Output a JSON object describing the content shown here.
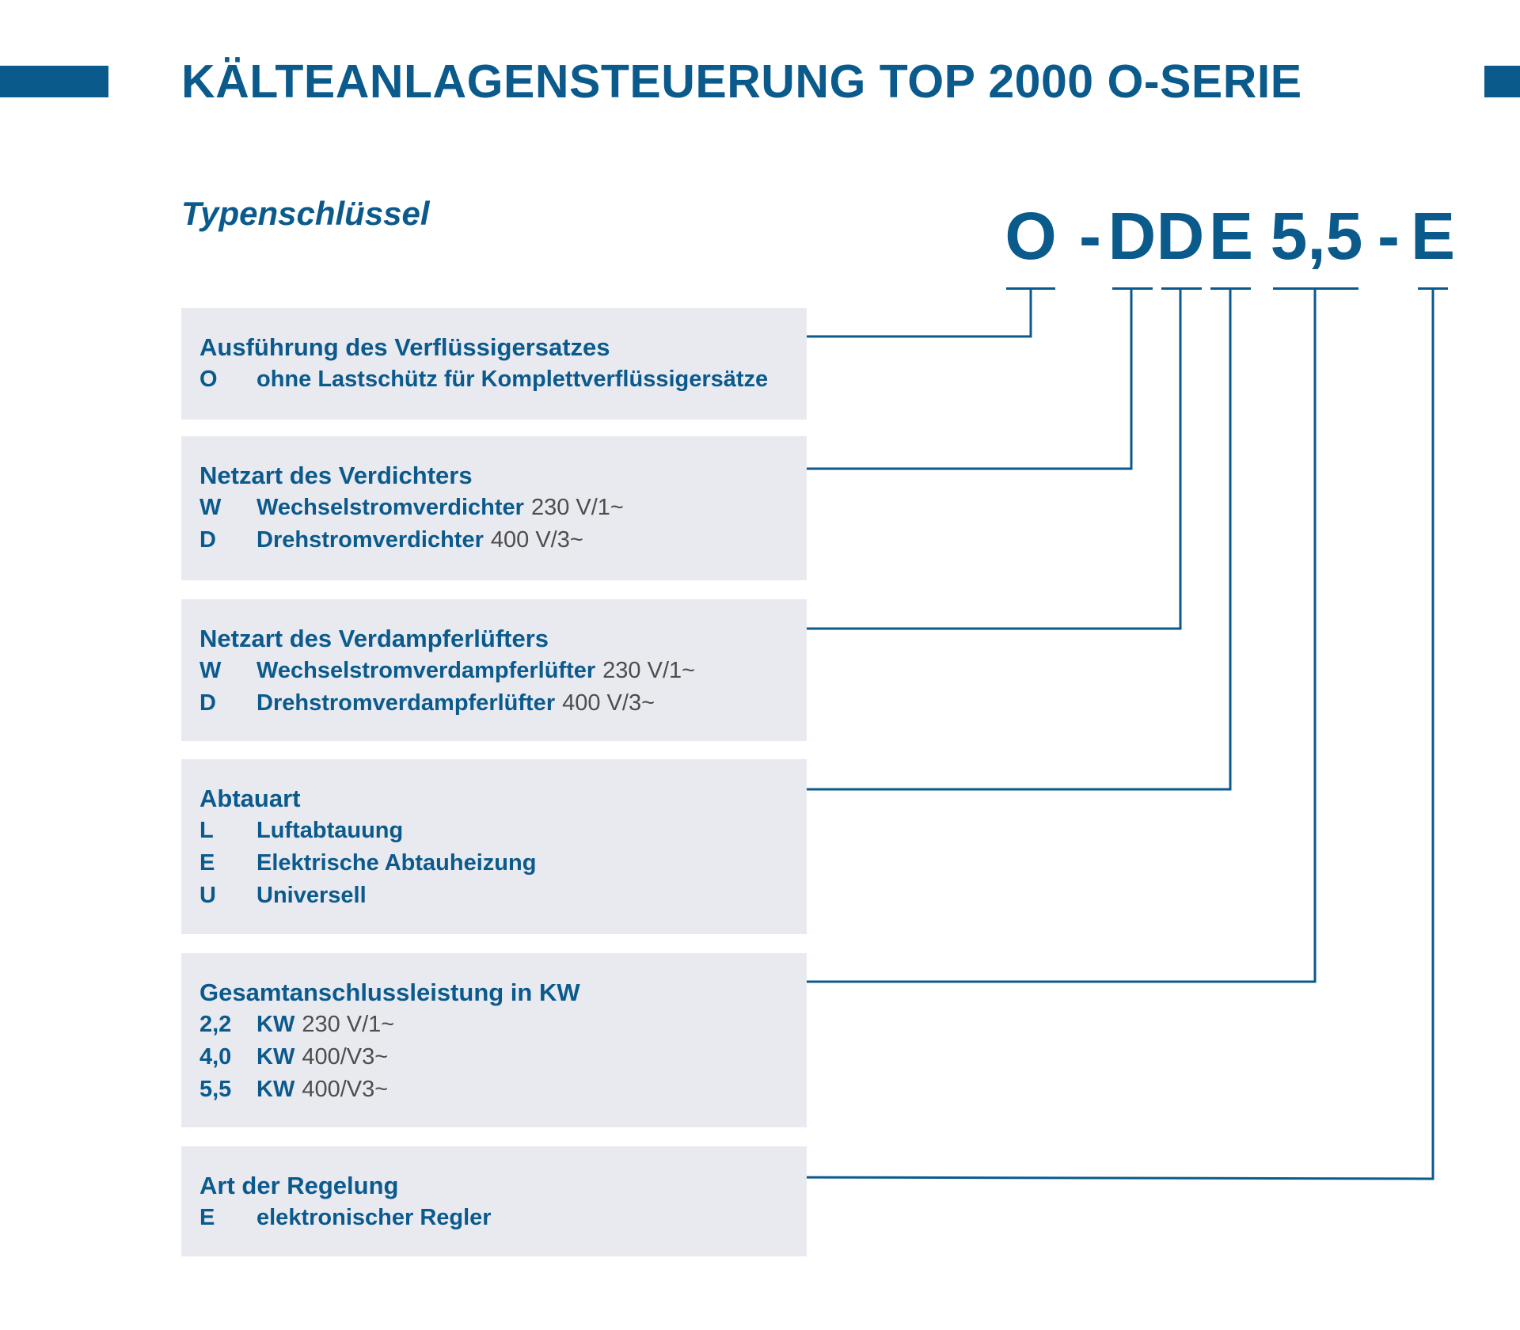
{
  "title": "KÄLTEANLAGENSTEUERUNG TOP 2000 O-SERIE",
  "subtitle": "Typenschlüssel",
  "type_code": [
    "O",
    "-",
    "D",
    "D",
    "E",
    "5,5",
    "-",
    "E"
  ],
  "colors": {
    "accent": "#0b5a8c",
    "box_background": "#e9e9f0",
    "note_text": "#4d4d4d"
  },
  "sections": [
    {
      "title": "Ausführung des Verflüssigersatzes",
      "rows": [
        {
          "code": "O",
          "text": "ohne Lastschütz für Komplettverflüssigersätze",
          "note": ""
        }
      ]
    },
    {
      "title": "Netzart des Verdichters",
      "rows": [
        {
          "code": "W",
          "text": "Wechselstromverdichter",
          "note": "230 V/1~"
        },
        {
          "code": "D",
          "text": "Drehstromverdichter",
          "note": "400 V/3~"
        }
      ]
    },
    {
      "title": "Netzart des Verdampferlüfters",
      "rows": [
        {
          "code": "W",
          "text": "Wechselstromverdampferlüfter",
          "note": "230 V/1~"
        },
        {
          "code": "D",
          "text": "Drehstromverdampferlüfter",
          "note": "400 V/3~"
        }
      ]
    },
    {
      "title": "Abtauart",
      "rows": [
        {
          "code": "L",
          "text": "Luftabtauung",
          "note": ""
        },
        {
          "code": "E",
          "text": "Elektrische Abtauheizung",
          "note": ""
        },
        {
          "code": "U",
          "text": "Universell",
          "note": ""
        }
      ]
    },
    {
      "title": "Gesamtanschlussleistung in KW",
      "rows": [
        {
          "code": "2,2",
          "text": "KW",
          "note": "230 V/1~"
        },
        {
          "code": "4,0",
          "text": "KW",
          "note": "400/V3~"
        },
        {
          "code": "5,5",
          "text": "KW",
          "note": "400/V3~"
        }
      ]
    },
    {
      "title": "Art der Regelung",
      "rows": [
        {
          "code": "E",
          "text": "elektronischer Regler",
          "note": ""
        }
      ]
    }
  ]
}
